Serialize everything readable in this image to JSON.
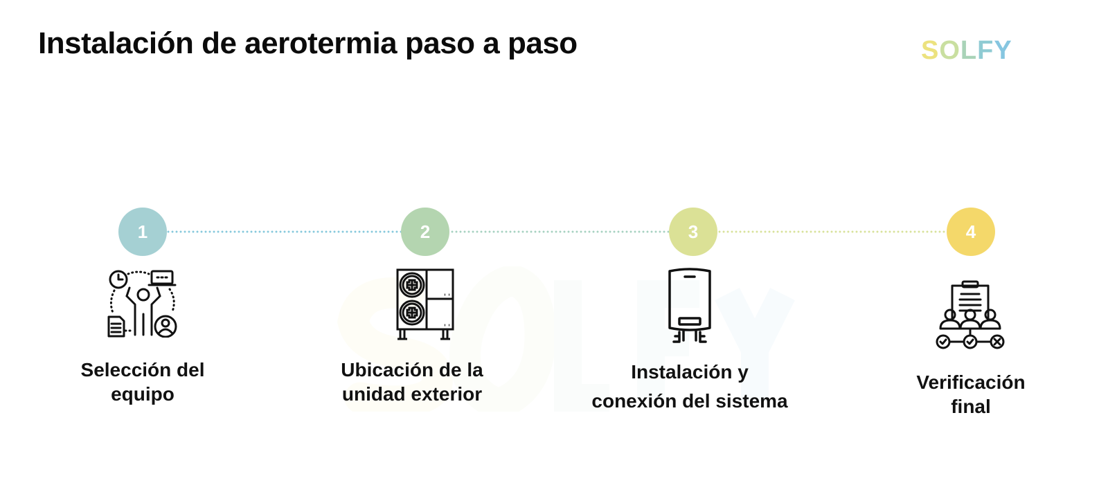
{
  "header": {
    "title": "Instalación de aerotermia paso a paso"
  },
  "logo": {
    "letters": [
      "S",
      "O",
      "L",
      "F",
      "Y"
    ],
    "colors": [
      "#ece27e",
      "#c9dfa0",
      "#a9d3b8",
      "#8fcbd3",
      "#86c6e0"
    ]
  },
  "watermark": {
    "text": "SOLFY"
  },
  "colors": {
    "step1": "#a5d0d3",
    "step2": "#b4d5b0",
    "step3": "#dbe196",
    "step4": "#f4d86a",
    "connector1": "#86c8dc",
    "connector2": "#a6d2c0",
    "connector3": "#d8e29a"
  },
  "steps": [
    {
      "number": "1",
      "icon": "planning-person-icon",
      "label_lines": [
        "Selección del",
        "equipo"
      ]
    },
    {
      "number": "2",
      "icon": "outdoor-heat-pump-unit-icon",
      "label_lines": [
        "Ubicación de la",
        "unidad exterior"
      ]
    },
    {
      "number": "3",
      "icon": "water-heater-tank-icon",
      "label_lines": [
        "Instalación y",
        "conexión del sistema"
      ]
    },
    {
      "number": "4",
      "icon": "checklist-team-verification-icon",
      "label_lines": [
        "Verificación",
        "final"
      ]
    }
  ]
}
